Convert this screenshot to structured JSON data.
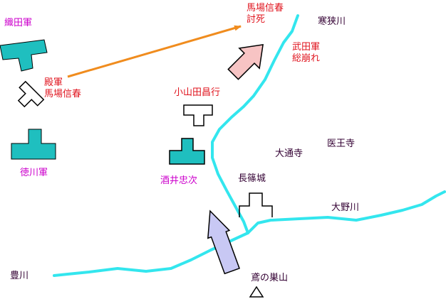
{
  "colors": {
    "river": "#33e6ee",
    "unit_fill": "#1fbfbf",
    "march_arrow": "#f08c1e",
    "takeda_arrow_fill": "#f7c4c4",
    "allied_arrow_fill": "#c8c8f4",
    "label_magenta": "#cc00cc",
    "label_red": "#e0141e",
    "label_dark": "#330033"
  },
  "labels": {
    "oda_army": "織田軍",
    "tokugawa_army": "徳川軍",
    "rearguard_line1": "殿軍",
    "rearguard_line2": "馬場信春",
    "baba_death_line1": "馬場信春",
    "baba_death_line2": "討死",
    "takeda_collapse_line1": "武田軍",
    "takeda_collapse_line2": "総崩れ",
    "oyamada": "小山田昌行",
    "sakai": "酒井忠次",
    "kansa_river": "寒狭川",
    "daitsuji": "大通寺",
    "iouji": "医王寺",
    "nagashino_castle": "長篠城",
    "ono_river": "大野川",
    "toyo_river": "豊川",
    "tobinosuyama": "鳶の巣山"
  },
  "icons": {
    "oda_unit": "cyan-t-unit-icon",
    "rearguard_unit": "rotated-t-unit-icon",
    "tokugawa_unit": "cyan-t-unit-icon",
    "oyamada_unit": "white-t-unit-icon",
    "sakai_unit": "cyan-t-unit-icon",
    "castle": "castle-outline-icon",
    "mountain": "triangle-mountain-icon",
    "takeda_arrow": "block-arrow-icon",
    "allied_arrow": "block-arrow-icon",
    "march_arrow": "line-arrow-icon"
  }
}
